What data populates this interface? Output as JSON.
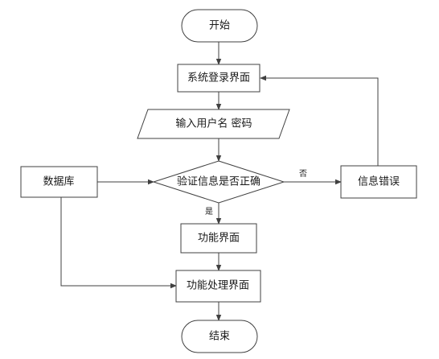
{
  "flowchart": {
    "nodes": {
      "start": "开始",
      "login_ui": "系统登录界面",
      "input_credentials": "输入用户名 密码",
      "verify": "验证信息是否正确",
      "error": "信息错误",
      "database": "数据库",
      "function_ui": "功能界面",
      "function_process_ui": "功能处理界面",
      "end": "结束"
    },
    "edge_labels": {
      "no": "否",
      "yes": "是"
    }
  }
}
